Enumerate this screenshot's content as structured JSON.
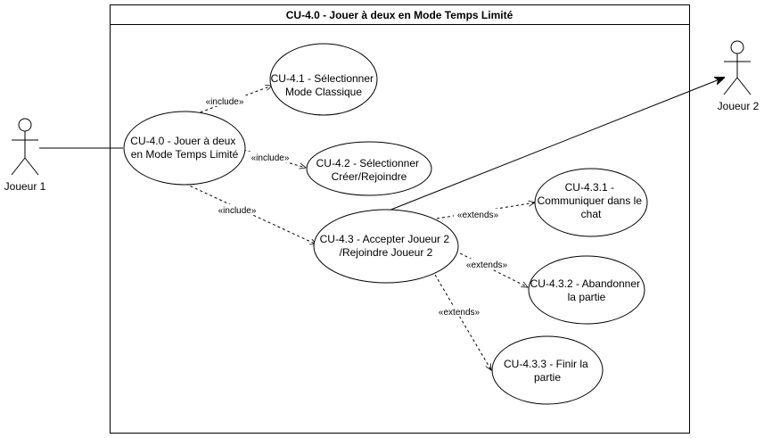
{
  "system": {
    "title": "CU-4.0 - Jouer à deux en Mode Temps Limité"
  },
  "actors": {
    "joueur1": {
      "name": "Joueur 1"
    },
    "joueur2": {
      "name": "Joueur 2"
    }
  },
  "use_cases": {
    "cu40": {
      "lines": [
        "CU-4.0 - Jouer à deux",
        "en Mode Temps Limité"
      ]
    },
    "cu41": {
      "lines": [
        "CU-4.1 - Sélectionner",
        "Mode Classique"
      ]
    },
    "cu42": {
      "lines": [
        "CU-4.2 - Sélectionner",
        "Créer/Rejoindre"
      ]
    },
    "cu43": {
      "lines": [
        "CU-4.3 - Accepter Joueur 2",
        "/Rejoindre Joueur 2"
      ]
    },
    "cu431": {
      "lines": [
        "CU-4.3.1 -",
        "Communiquer dans le",
        "chat"
      ]
    },
    "cu432": {
      "lines": [
        "CU-4.3.2 - Abandonner",
        "la partie"
      ]
    },
    "cu433": {
      "lines": [
        "CU-4.3.3 - Finir la",
        "partie"
      ]
    }
  },
  "relations": {
    "inc41": "«include»",
    "inc42": "«include»",
    "inc43": "«include»",
    "ext431": "«extends»",
    "ext432": "«extends»",
    "ext433": "«extends»"
  },
  "colors": {
    "stroke": "#000000",
    "fill": "#ffffff"
  }
}
